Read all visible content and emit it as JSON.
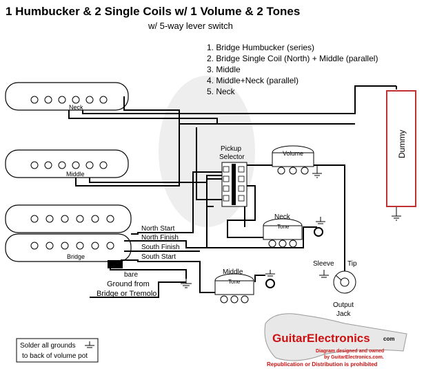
{
  "title": "1 Humbucker & 2 Single Coils w/ 1 Volume &  2 Tones",
  "subtitle": "w/ 5-way lever switch",
  "positions": [
    "1. Bridge Humbucker (series)",
    "2. Bridge Single Coil (North) + Middle (parallel)",
    "3. Middle",
    "4. Middle+Neck (parallel)",
    "5. Neck"
  ],
  "pickups": {
    "neck": "Neck",
    "middle": "Middle",
    "bridge": "Bridge"
  },
  "bridge_wires": [
    "North Start",
    "North Finish",
    "South Finish",
    "South Start",
    "bare"
  ],
  "ground_label": [
    "Ground from",
    "Bridge or Tremolo"
  ],
  "switch_label": [
    "Pickup",
    "Selector"
  ],
  "volume_label": "Volume",
  "neck_tone_label": [
    "Neck",
    "Tone"
  ],
  "middle_tone_label": [
    "Middle",
    "Tone"
  ],
  "jack": {
    "sleeve": "Sleeve",
    "tip": "Tip",
    "label": [
      "Output",
      "Jack"
    ]
  },
  "dummy": "Dummy",
  "solder_note": [
    "Solder all grounds",
    "to back of volume pot"
  ],
  "logo": {
    "brand": "GuitarElectronics",
    "suffix": "com",
    "line1": "Diagram designed and owned",
    "line2": "by GuitarElectronics.com.",
    "line3": "Republication or Distribution is prohibited"
  },
  "colors": {
    "dummy": "#c03030",
    "logo": "#cc1111"
  }
}
